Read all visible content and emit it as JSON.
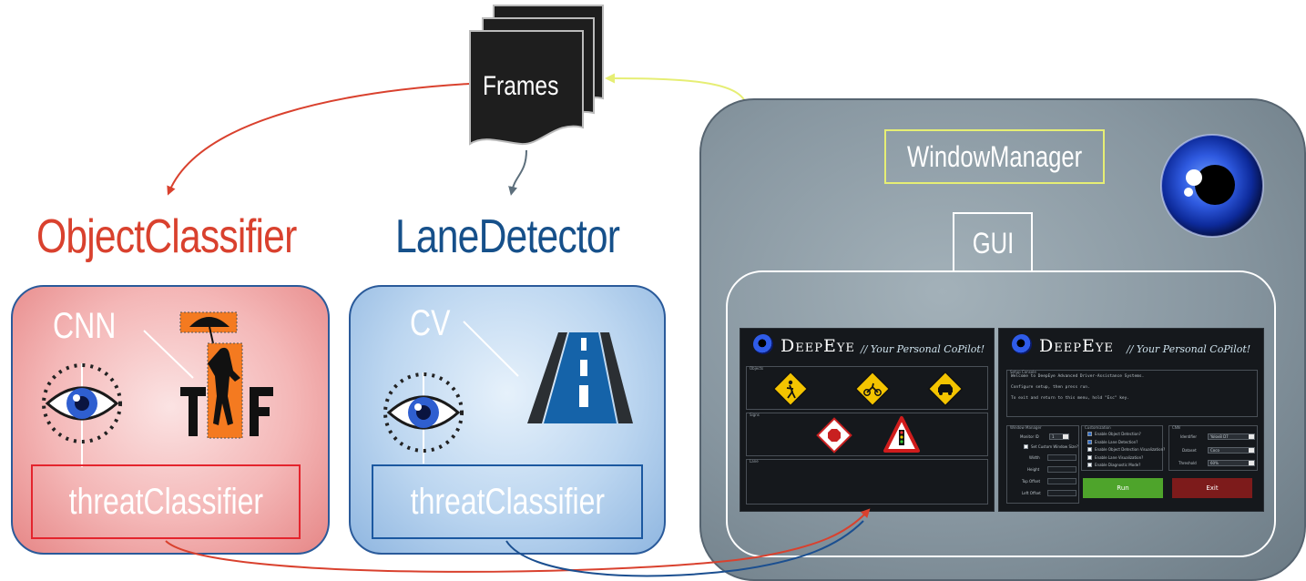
{
  "frames": {
    "label": "Frames"
  },
  "modules": {
    "object_classifier": {
      "title": "ObjectClassifier",
      "sub_label": "CNN",
      "threat_label": "threatClassifier",
      "title_color": "#d9412e"
    },
    "lane_detector": {
      "title": "LaneDetector",
      "sub_label": "CV",
      "threat_label": "threatClassifier",
      "title_color": "#16508a"
    }
  },
  "gui": {
    "window_manager_label": "WindowManager",
    "gui_label": "GUI",
    "app": {
      "brand": "DeepEye",
      "tagline": "// Your Personal CoPilot!",
      "left_screen": {
        "objects_label": "Objects",
        "signs_label": "Signs",
        "lane_label": "Lane"
      },
      "right_screen": {
        "setup_console_label": "Setup Console",
        "console_lines": [
          "Welcome to DeepEye Advanced Driver-Assistance Systems.",
          "Configure setup, then press run.",
          "To exit and return to this menu, hold \"Esc\" key."
        ],
        "window_manager_panel": {
          "label": "Window Manager",
          "monitor_label": "Monitor ID",
          "monitor_value": "1",
          "custom_size_label": "Set Custom Window Size?",
          "fields": [
            "Width",
            "Height",
            "Top Offset",
            "Left Offset"
          ]
        },
        "customization_panel": {
          "label": "Customization",
          "options": [
            {
              "label": "Enable Object Detection?",
              "checked": true
            },
            {
              "label": "Enable Lane Detection?",
              "checked": true
            },
            {
              "label": "Enable Object Detection Visualization?",
              "checked": false
            },
            {
              "label": "Enable Lane Visualization?",
              "checked": false
            },
            {
              "label": "Enable Diagnostic Mode?",
              "checked": false
            }
          ]
        },
        "cnn_panel": {
          "label": "CNN",
          "rows": [
            {
              "label": "Identifier",
              "value": "Yolov8 D7"
            },
            {
              "label": "Dataset",
              "value": "Coco"
            },
            {
              "label": "Threshold",
              "value": "60%"
            }
          ]
        },
        "run_label": "Run",
        "exit_label": "Exit"
      }
    }
  },
  "colors": {
    "object_red": "#d9412e",
    "lane_blue": "#16508a",
    "wm_yellow": "#e6ee74",
    "run_green": "#4ea42b",
    "exit_red": "#7d1b1b"
  }
}
